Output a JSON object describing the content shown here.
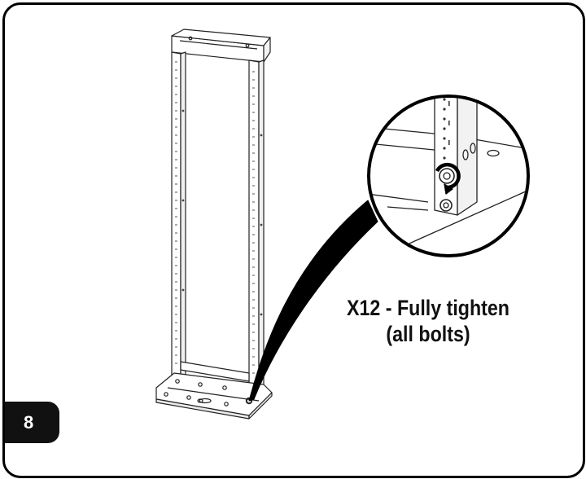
{
  "step": {
    "number": "8"
  },
  "instruction": {
    "line1": "X12 - Fully tighten",
    "line2": "(all bolts)"
  },
  "colors": {
    "border": "#000000",
    "badge": "#111111",
    "text": "#111111",
    "background": "#ffffff"
  }
}
